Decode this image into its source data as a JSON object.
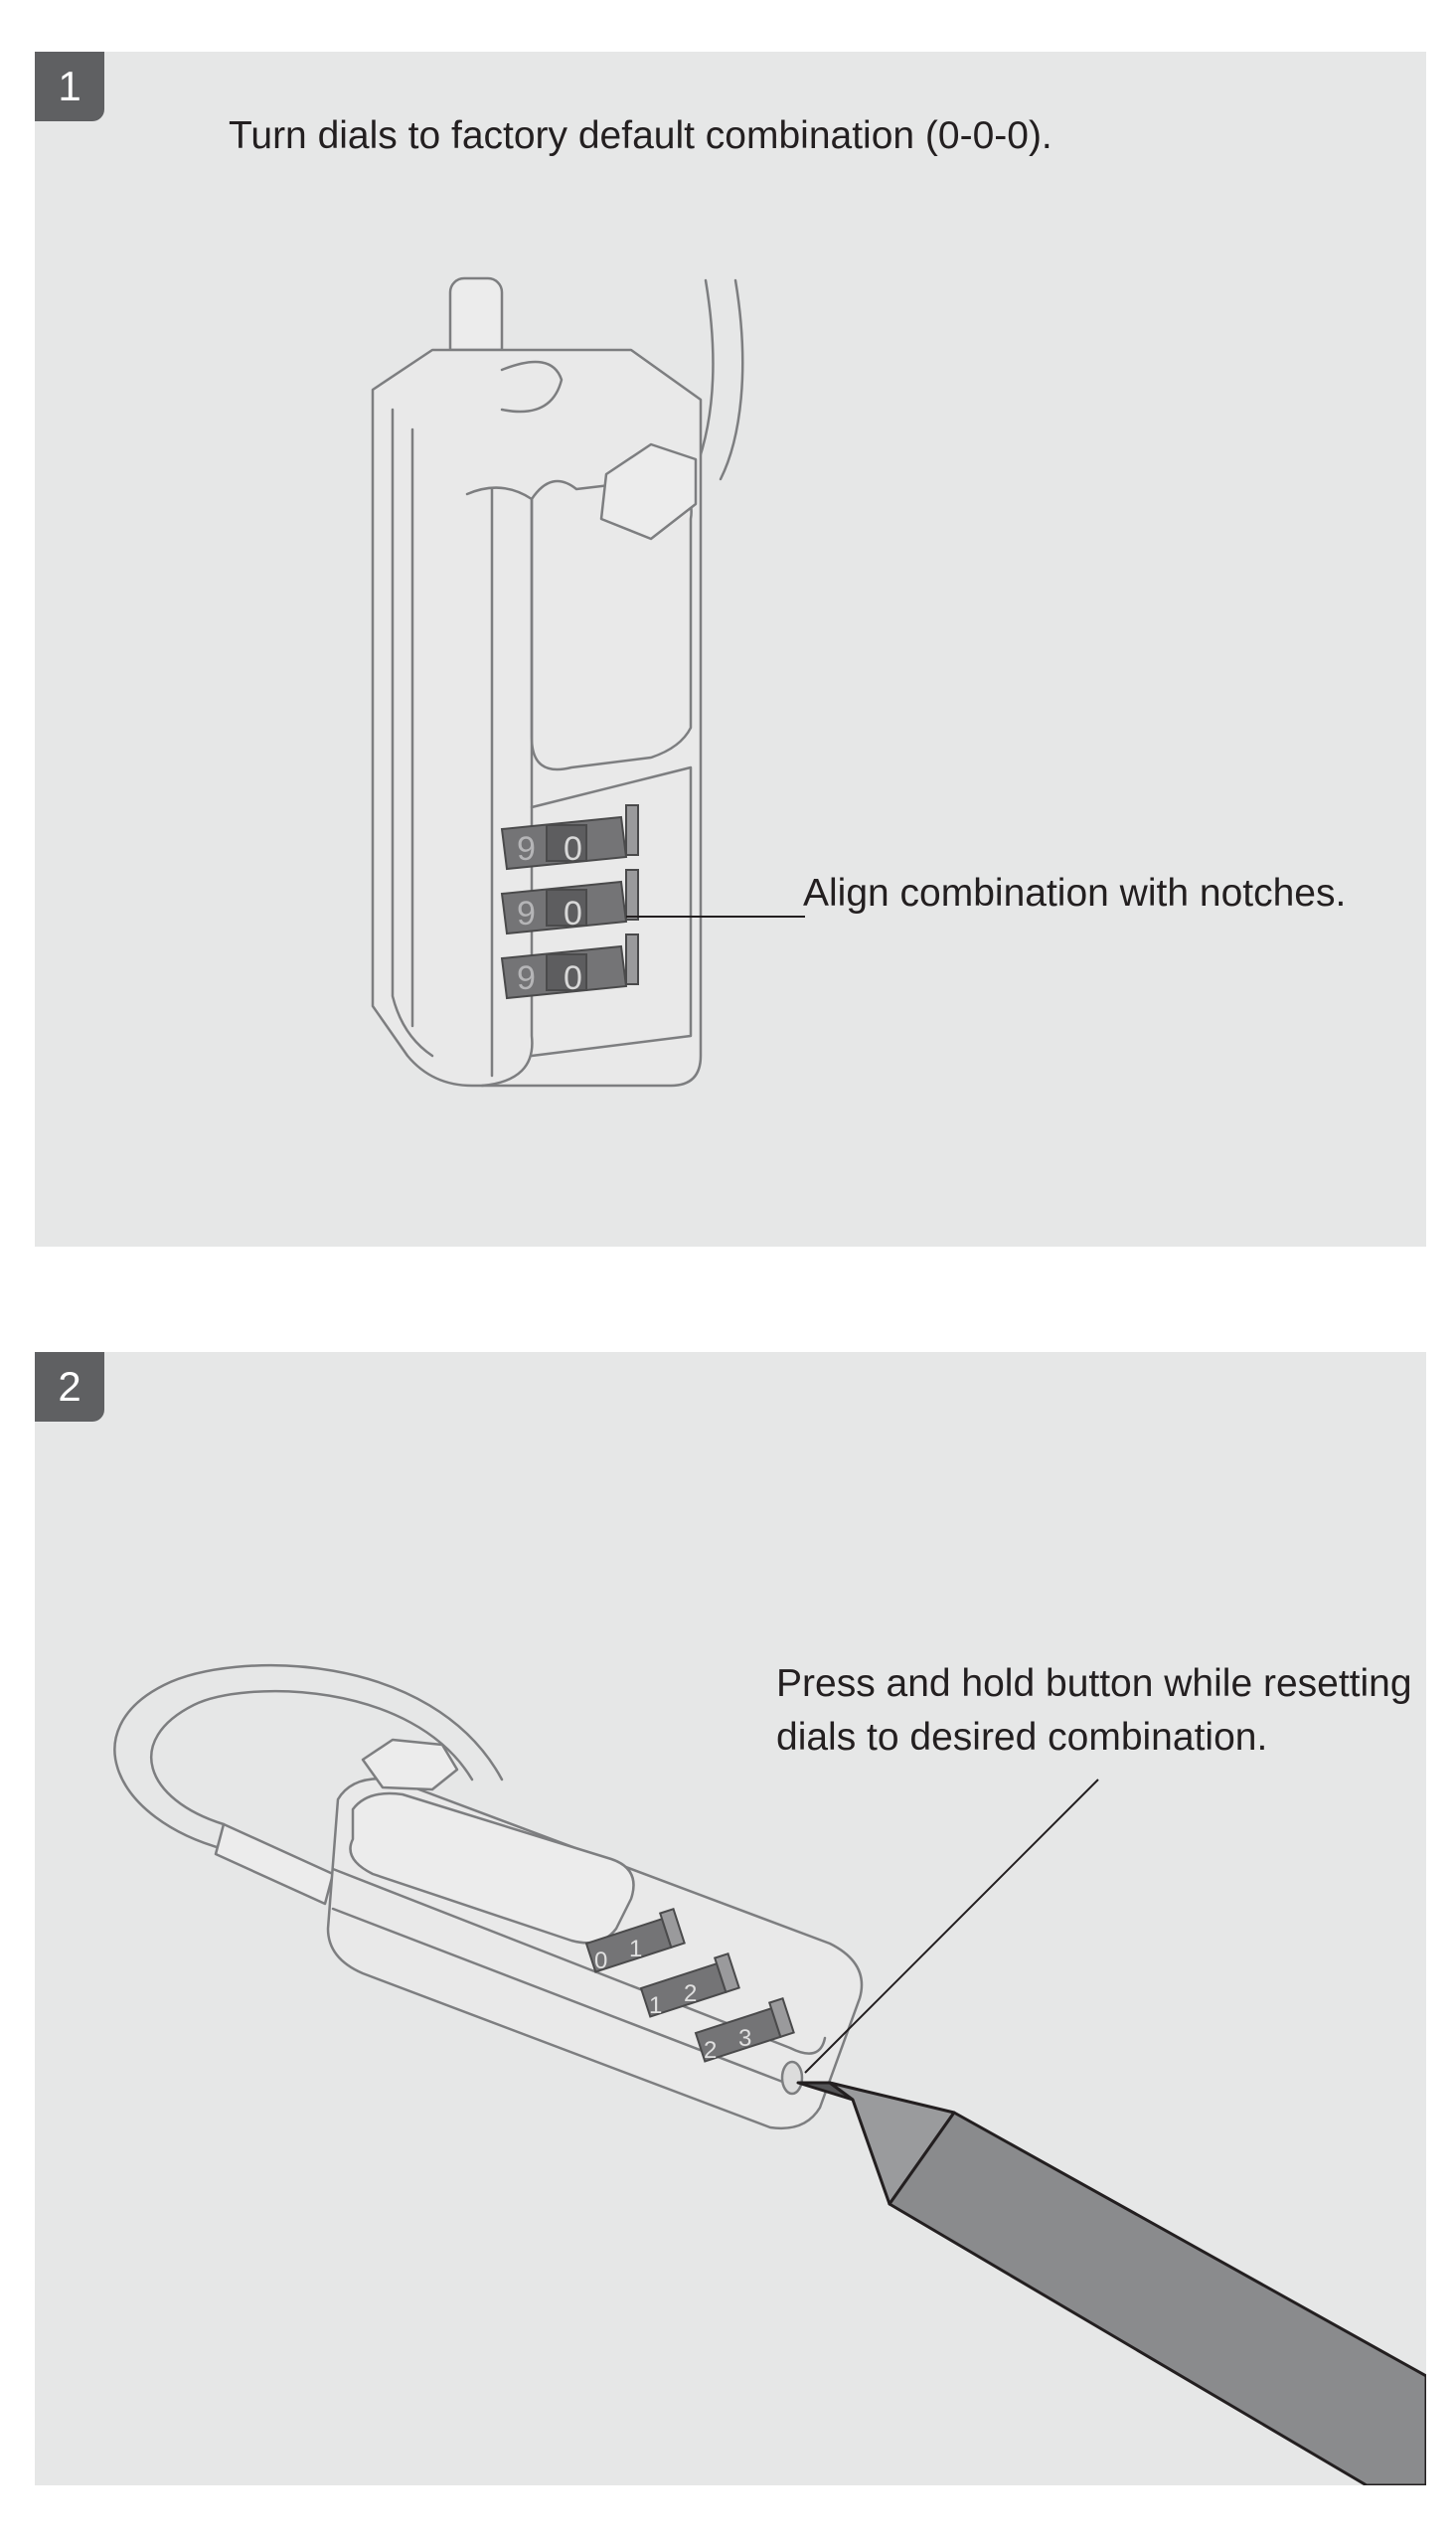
{
  "steps": [
    {
      "number": "1",
      "instruction": "Turn dials to factory default combination (0-0-0).",
      "callout": "Align combination with notches.",
      "dials": [
        {
          "left_digit": "9",
          "right_digit": "0"
        },
        {
          "left_digit": "9",
          "right_digit": "0"
        },
        {
          "left_digit": "9",
          "right_digit": "0"
        }
      ]
    },
    {
      "number": "2",
      "callout": "Press and hold button while resetting dials to desired combination.",
      "dials": [
        {
          "digits": [
            "0",
            "1"
          ]
        },
        {
          "digits": [
            "1",
            "2"
          ]
        },
        {
          "digits": [
            "2",
            "3"
          ]
        }
      ]
    }
  ],
  "colors": {
    "panel_bg": "#e6e7e7",
    "badge_bg": "#5f6062",
    "text": "#231f20",
    "lock_body": "#e8e8e8",
    "dial_dark": "#6b6b6c",
    "pen": "#8a8b8d"
  }
}
